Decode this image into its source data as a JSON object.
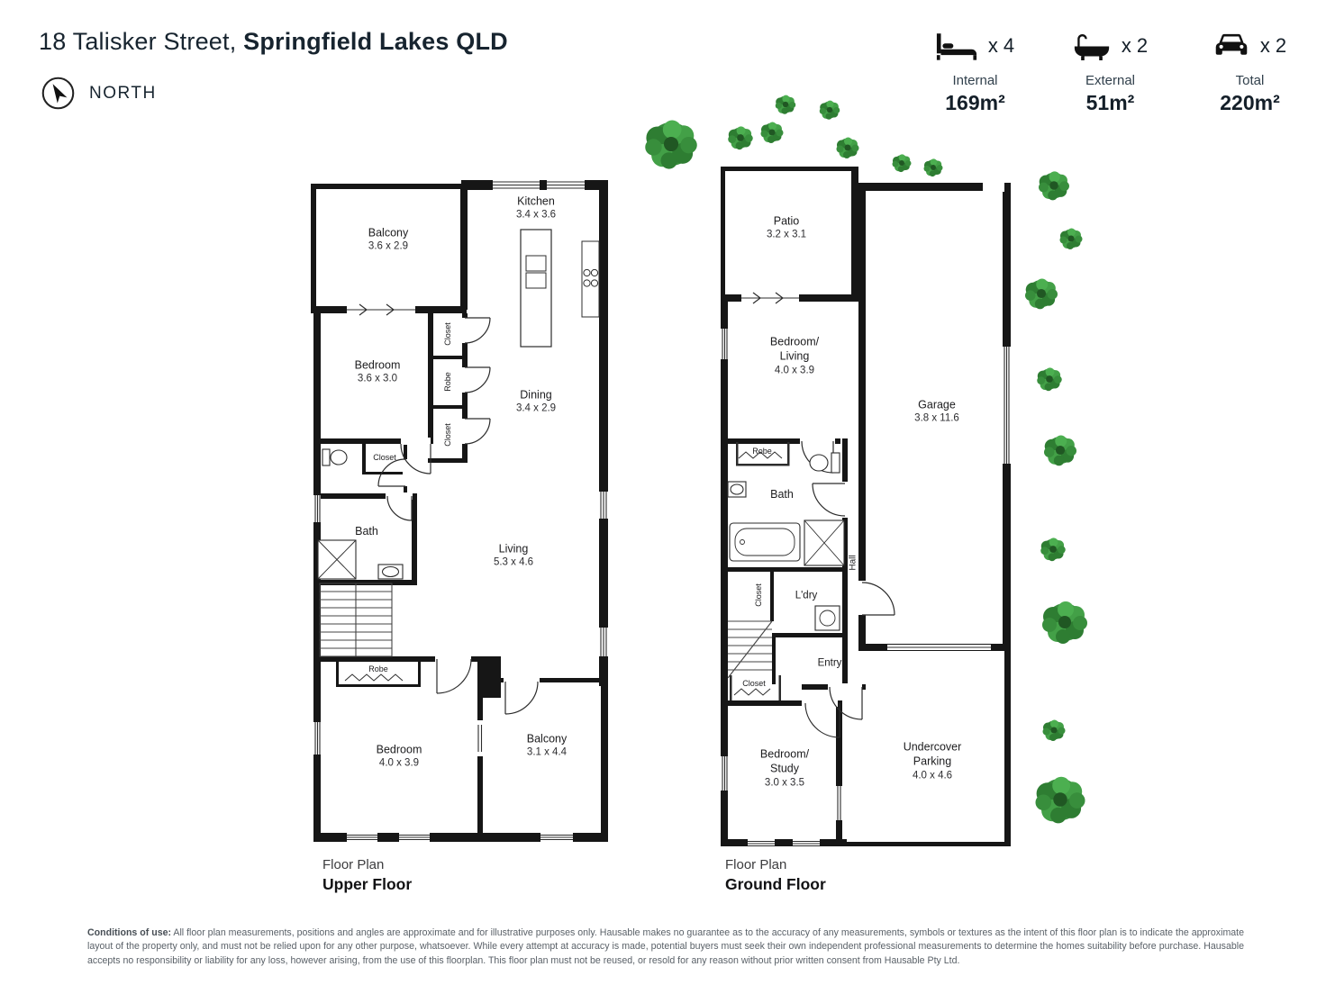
{
  "header": {
    "address_normal": "18 Talisker Street,",
    "address_bold": "Springfield Lakes QLD",
    "north_label": "NORTH",
    "stats": [
      {
        "count": "x 4",
        "label": "Internal",
        "value": "169m²"
      },
      {
        "count": "x 2",
        "label": "External",
        "value": "51m²"
      },
      {
        "count": "x 2",
        "label": "Total",
        "value": "220m²"
      }
    ]
  },
  "upper": {
    "caption_line1": "Floor Plan",
    "caption_line2": "Upper Floor",
    "rooms": {
      "balcony_top": {
        "name": "Balcony",
        "dims": "3.6 x 2.9"
      },
      "kitchen": {
        "name": "Kitchen",
        "dims": "3.4 x 3.6"
      },
      "bedroom2": {
        "name": "Bedroom",
        "dims": "3.6 x 3.0"
      },
      "dining": {
        "name": "Dining",
        "dims": "3.4 x 2.9"
      },
      "bath": {
        "name": "Bath"
      },
      "living": {
        "name": "Living",
        "dims": "5.3 x 4.6"
      },
      "bedroom1": {
        "name": "Bedroom",
        "dims": "4.0 x 3.9"
      },
      "balcony_bottom": {
        "name": "Balcony",
        "dims": "3.1 x 4.4"
      },
      "closet_v1": "Closet",
      "robe_v": "Robe",
      "closet_v2": "Closet",
      "closet_h": "Closet",
      "robe_h": "Robe"
    }
  },
  "ground": {
    "caption_line1": "Floor Plan",
    "caption_line2": "Ground Floor",
    "rooms": {
      "patio": {
        "name": "Patio",
        "dims": "3.2 x 3.1"
      },
      "bedroom_living": {
        "name": "Bedroom/",
        "name2": "Living",
        "dims": "4.0 x 3.9"
      },
      "garage": {
        "name": "Garage",
        "dims": "3.8 x 11.6"
      },
      "robe": "Robe",
      "bath": "Bath",
      "hall": "Hall",
      "ldry": "L'dry",
      "closet_v": "Closet",
      "entry": "Entry",
      "closet_b": "Closet",
      "bedroom_study": {
        "name": "Bedroom/",
        "name2": "Study",
        "dims": "3.0 x 3.5"
      },
      "parking": {
        "name": "Undercover",
        "name2": "Parking",
        "dims": "4.0 x 4.6"
      }
    }
  },
  "footer": {
    "lead": "Conditions of use:",
    "text": " All floor plan measurements, positions and angles are approximate and for illustrative purposes only. Hausable makes no guarantee as to the accuracy of any measurements, symbols or textures as the intent of this floor plan is to indicate the approximate layout of the property only, and must not be relied upon for any other purpose, whatsoever. While every attempt at accuracy is made, potential buyers must seek their own independent professional measurements to determine the homes suitability before purchase. Hausable accepts no responsibility or liability for any loss, however arising, from the use of this floorplan. This floor plan must not be reused, or resold for any reason without prior written consent from Hausable Pty Ltd."
  }
}
